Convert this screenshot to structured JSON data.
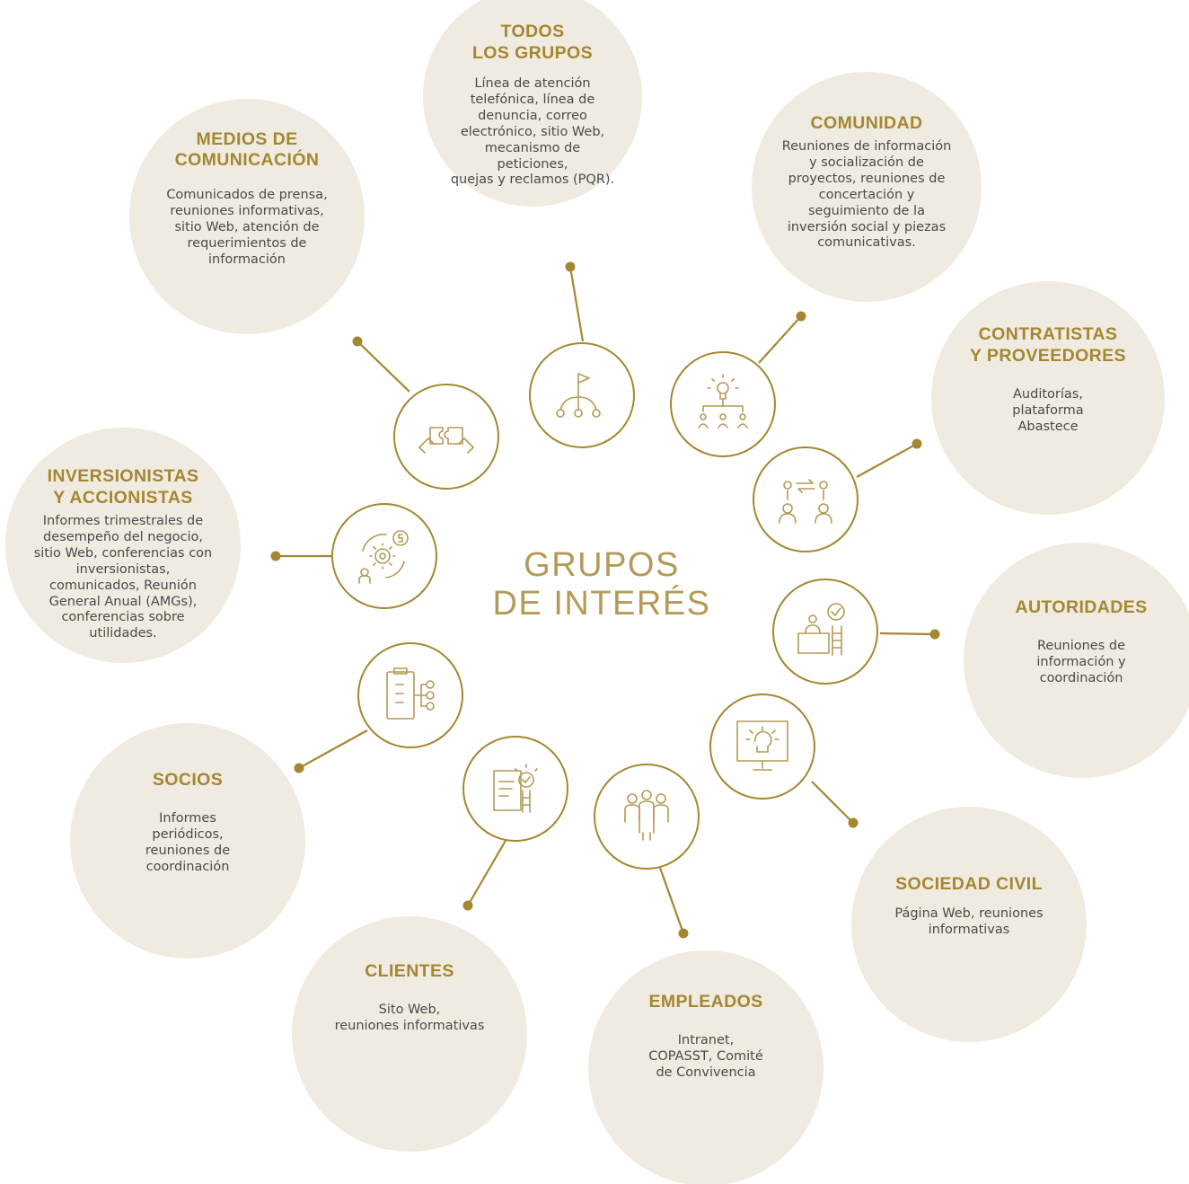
{
  "center_title": "GRUPOS\nDE INTERÉS",
  "colors": {
    "accent": "#a48731",
    "bubble": "#f0ebe0",
    "body_text": "#4a4a4a"
  },
  "groups": [
    {
      "title": "TODOS\nLOS GRUPOS",
      "text": "Línea de atención\ntelefónica, línea de\ndenuncia, correo\nelectrónico, sitio Web,\nmecanismo de peticiones,\nquejas y reclamos (PQR).",
      "icon": "flag-network-icon"
    },
    {
      "title": "COMUNIDAD",
      "text": "Reuniones de información\ny socialización de\nproyectos, reuniones de\nconcertación y\nseguimiento de la\ninversión social y piezas\ncomunicativas.",
      "icon": "idea-community-icon"
    },
    {
      "title": "CONTRATISTAS\nY PROVEEDORES",
      "text": "Auditorías,\nplataforma\nAbastece",
      "icon": "exchange-people-icon"
    },
    {
      "title": "AUTORIDADES",
      "text": "Reuniones de\ninformación y\ncoordinación",
      "icon": "desk-approval-icon"
    },
    {
      "title": "SOCIEDAD CIVIL",
      "text": "Página Web, reuniones\ninformativas",
      "icon": "monitor-idea-icon"
    },
    {
      "title": "EMPLEADOS",
      "text": "Intranet,\nCOPASST, Comité\nde Convivencia",
      "icon": "team-people-icon"
    },
    {
      "title": "CLIENTES",
      "text": "Sito Web,\nreuniones informativas",
      "icon": "document-check-icon"
    },
    {
      "title": "SOCIOS",
      "text": "Informes\nperiódicos,\nreuniones de\ncoordinación",
      "icon": "clipboard-network-icon"
    },
    {
      "title": "INVERSIONISTAS\nY ACCIONISTAS",
      "text": "Informes trimestrales de\ndesempeño del negocio,\nsitio Web, conferencias con\ninversionistas,\ncomunicados, Reunión\nGeneral Anual (AMGs),\nconferencias sobre\nutilidades.",
      "icon": "gear-money-icon"
    },
    {
      "title": "MEDIOS DE\nCOMUNICACIÓN",
      "text": "Comunicados de prensa,\nreuniones informativas,\nsitio Web, atención de\nrequerimientos de\ninformación",
      "icon": "puzzle-hands-icon"
    }
  ]
}
